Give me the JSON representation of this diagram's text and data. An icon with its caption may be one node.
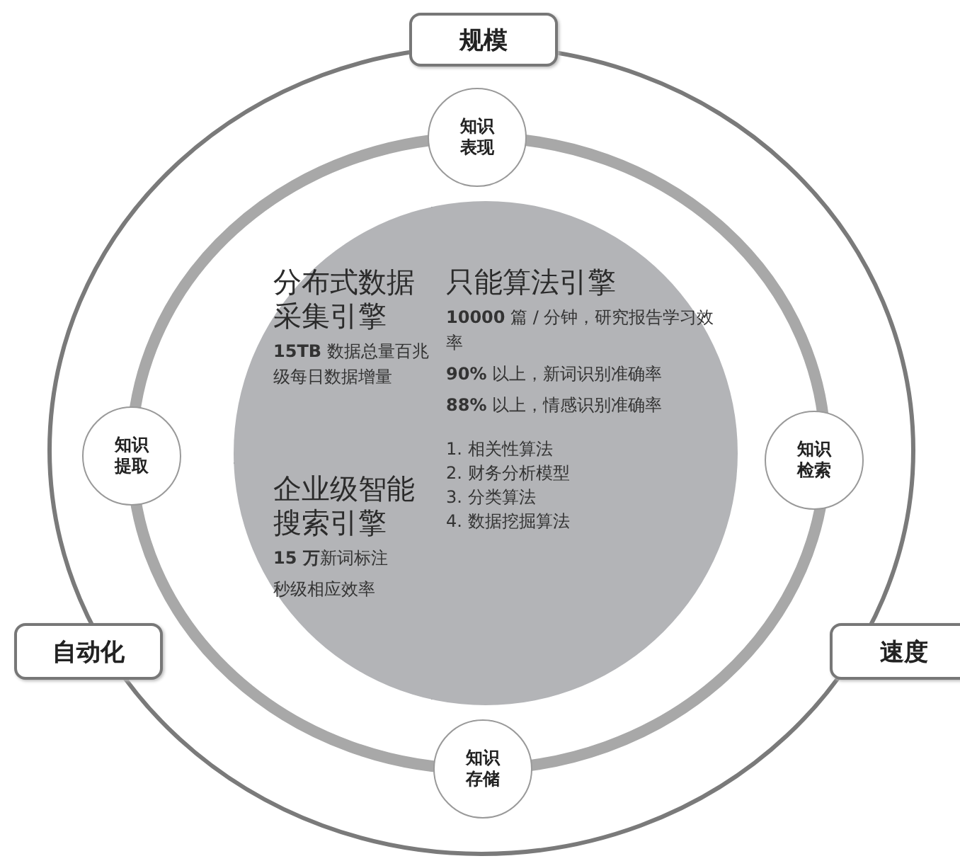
{
  "diagram": {
    "nodes": [
      {
        "text": [
          "分布式数据采集引擎",
          "**15TB** 数据总量百兆级每日数据增量"
        ]
      },
      {
        "text": [
          "企业级智能搜索引擎",
          "**15 万**新词标注",
          "秒级相应效率"
        ]
      },
      {
        "text": [
          "只能算法引擎",
          "**10000** 篇 / 分钟，研究报告学习效率",
          "**90%** 以上，新词识别准确率",
          "**88%** 以上，情感识别准确率",
          "1. 相关性算法",
          "2. 财务分析模型",
          "3. 分类算法",
          "4. 数据挖掘算法"
        ]
      },
      {
        "text": [
          "规模"
        ]
      },
      {
        "text": [
          "知识表现"
        ]
      },
      {
        "text": [
          "知识提取"
        ]
      },
      {
        "text": [
          "知识检索"
        ]
      },
      {
        "text": [
          "自动化"
        ]
      },
      {
        "text": [
          "速度"
        ]
      },
      {
        "text": [
          "知识存储"
        ]
      }
    ]
  }
}
